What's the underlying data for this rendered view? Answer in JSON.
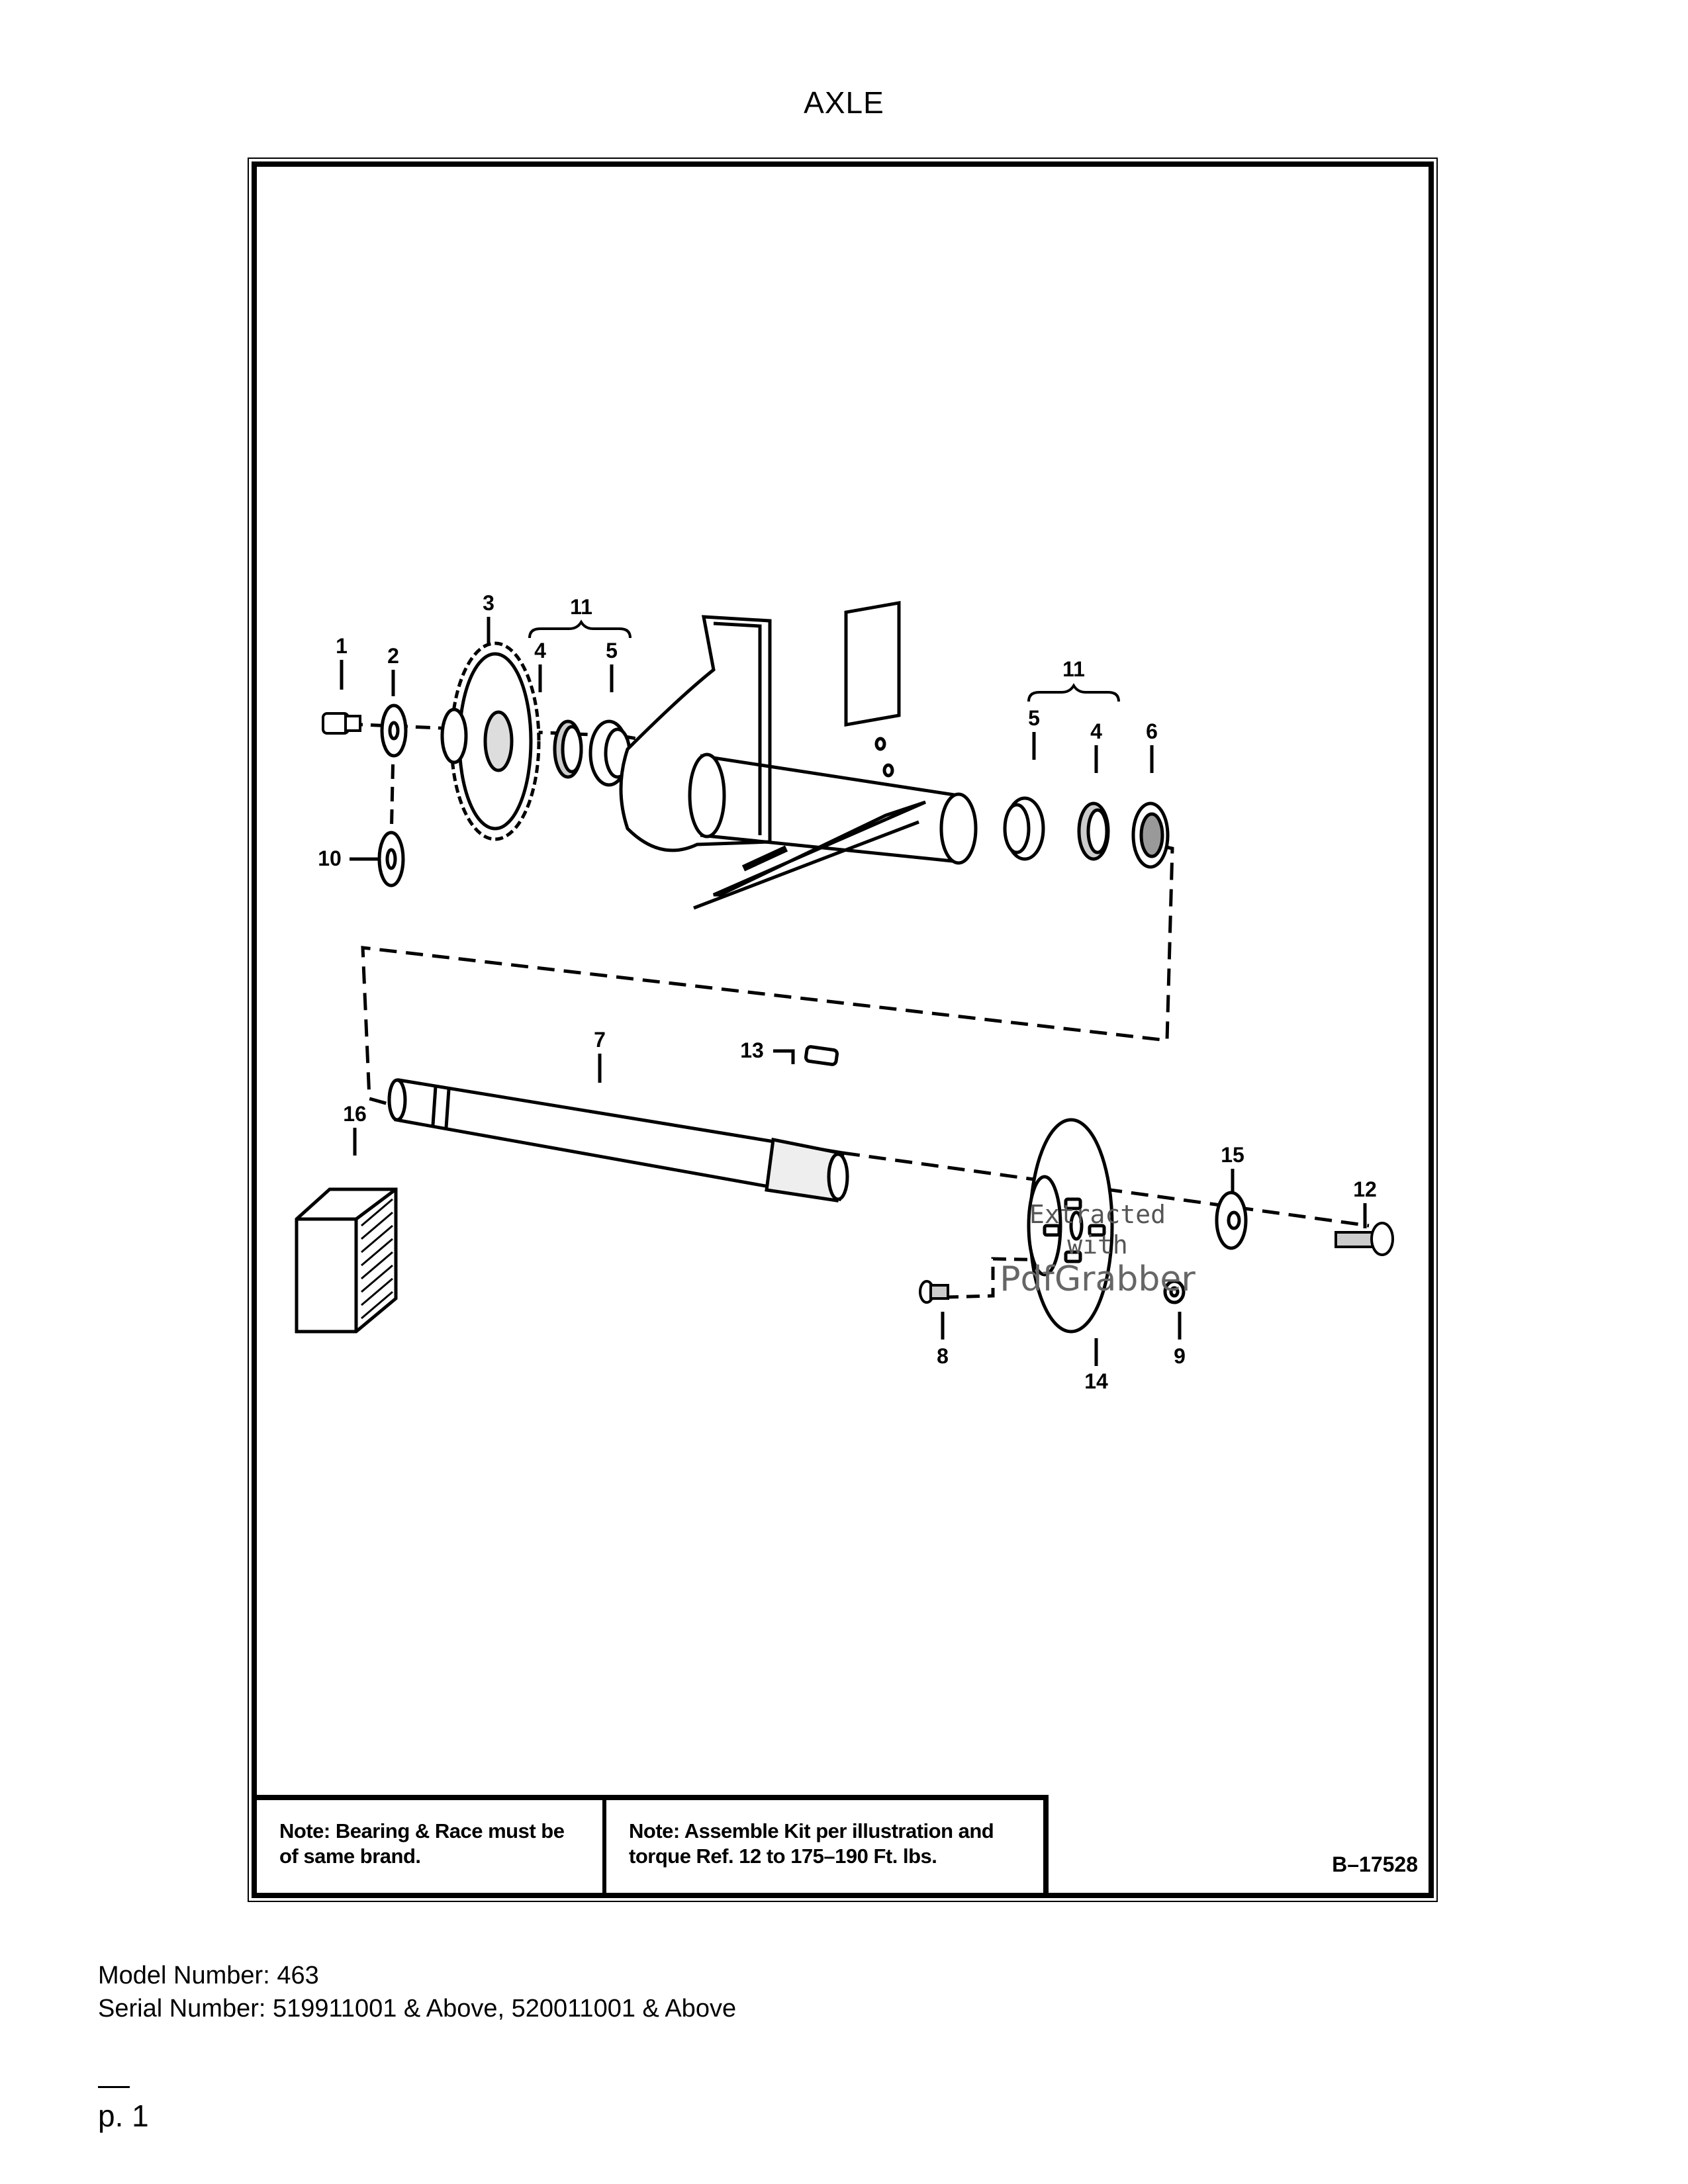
{
  "page": {
    "title": "AXLE",
    "model_number": "Model Number: 463",
    "serial_number": "Serial Number: 519911001 & Above, 520011001 & Above",
    "page_number": "p. 1"
  },
  "diagram": {
    "figure_code": "B–17528",
    "callouts": [
      "1",
      "2",
      "3",
      "11",
      "4",
      "5",
      "11",
      "5",
      "4",
      "6",
      "10",
      "7",
      "13",
      "16",
      "15",
      "12",
      "8",
      "14",
      "9"
    ],
    "notes": [
      {
        "lead": "Note:",
        "text": "Bearing & Race must be of same brand."
      },
      {
        "lead": "Note:",
        "text": "Assemble Kit per illustration and torque Ref. 12 to 175–190 Ft. lbs."
      }
    ],
    "watermark": {
      "line1": "Extracted",
      "line2": "with",
      "brand": "PdfGrabber"
    }
  }
}
